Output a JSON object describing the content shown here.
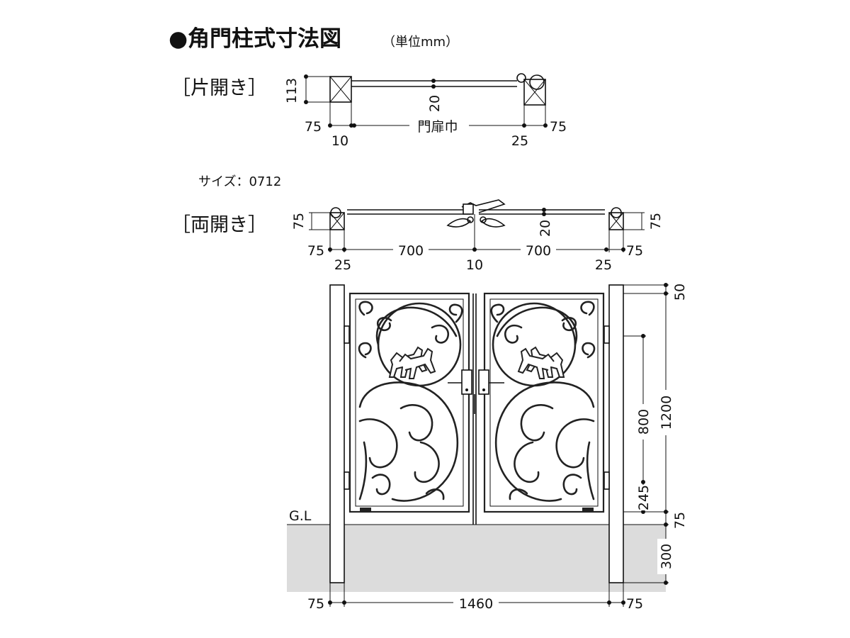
{
  "title": "●角門柱式寸法図",
  "unit_note": "（単位mm）",
  "single": {
    "label": "［片開き］",
    "dims": {
      "post_depth": "113",
      "rail_depth": "20",
      "post_left": "75",
      "gap_left": "10",
      "door_width": "門扉巾",
      "gap_right": "25",
      "post_right": "75"
    }
  },
  "size_label": "サイズ：0712",
  "double": {
    "label": "［両開き］",
    "plan_dims": {
      "post_depth_left": "75",
      "post_depth_right": "75",
      "rail_depth": "20",
      "post_left": "75",
      "gap_left": "25",
      "door_left": "700",
      "center_gap": "10",
      "door_right": "700",
      "gap_right": "25",
      "post_right": "75"
    },
    "elevation_dims": {
      "top_post": "50",
      "gate_height": "1200",
      "handle_height": "800",
      "bottom_gap": "245",
      "ground_clearance": "75",
      "embed_depth": "300",
      "post_left": "75",
      "total_width": "1460",
      "post_right": "75"
    },
    "ground_label": "G.L"
  }
}
